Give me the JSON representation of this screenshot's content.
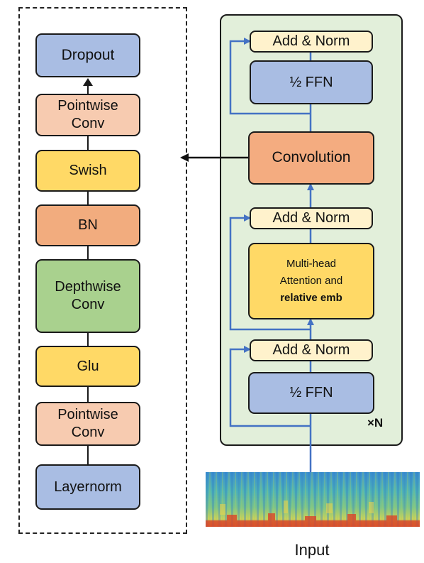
{
  "conv_module": {
    "blocks": [
      "Dropout",
      "Pointwise\nConv",
      "Swish",
      "BN",
      "Depthwise\nConv",
      "Glu",
      "Pointwise\nConv",
      "Layernorm"
    ]
  },
  "block": {
    "ffn_top": "½ FFN",
    "add_norm_top": "Add & Norm",
    "convolution": "Convolution",
    "add_norm_mid": "Add & Norm",
    "mha_line1": "Multi-head",
    "mha_line2": "Attention and",
    "mha_line3": "relative emb",
    "add_norm_bottom": "Add & Norm",
    "ffn_bottom": "½ FFN",
    "repeat": "×N"
  },
  "input_label": "Input",
  "colors": {
    "blue": "#a9bde3",
    "peach": "#f7cbb0",
    "yellow": "#ffd966",
    "orange": "#f2ac7e",
    "green": "#a9d18e",
    "cream": "#fff2cc",
    "panel": "#e2efda",
    "arrow_blue": "#4472c4"
  }
}
